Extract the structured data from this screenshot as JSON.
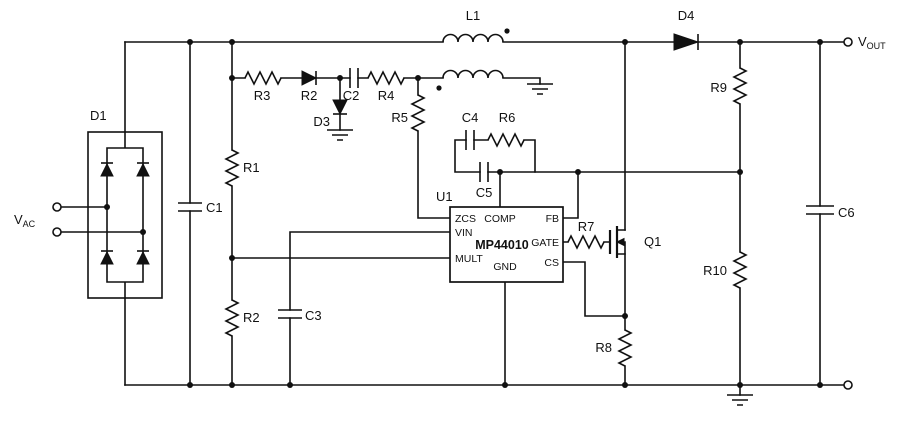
{
  "schematic": {
    "title_hint": "MP44010 power-factor-correction circuit",
    "labels": {
      "vac_main": "V",
      "vac_sub": "AC",
      "vout_main": "V",
      "vout_sub": "OUT",
      "d1": "D1",
      "c1": "C1",
      "r1": "R1",
      "r2_bottom": "R2",
      "c3": "C3",
      "r3": "R3",
      "r2_top": "R2",
      "c2": "C2",
      "r4": "R4",
      "d3": "D3",
      "r5": "R5",
      "l1": "L1",
      "d4": "D4",
      "c4": "C4",
      "r6": "R6",
      "c5": "C5",
      "u1": "U1",
      "r7": "R7",
      "q1": "Q1",
      "r8": "R8",
      "r9": "R9",
      "r10": "R10",
      "c6": "C6"
    },
    "ic": {
      "name": "MP44010",
      "pins": {
        "zcs": "ZCS",
        "vin": "VIN",
        "mult": "MULT",
        "comp": "COMP",
        "gnd": "GND",
        "fb": "FB",
        "gate": "GATE",
        "cs": "CS"
      }
    },
    "colors": {
      "line": "#111111",
      "background": "#ffffff"
    }
  }
}
